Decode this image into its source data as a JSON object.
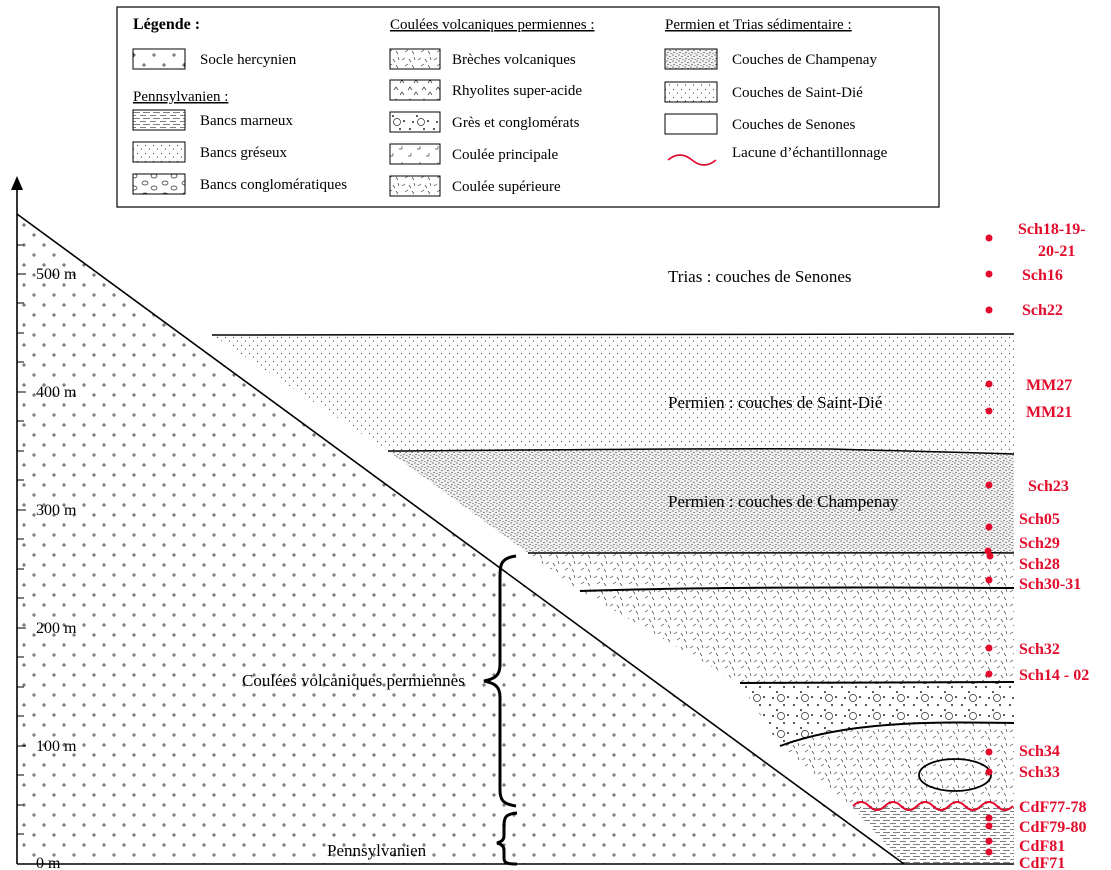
{
  "legend": {
    "title": "Légende :",
    "socle": "Socle hercynien",
    "pennsylvanien_header": "Pennsylvanien :",
    "bancs_marneux": "Bancs marneux",
    "bancs_greseux": "Bancs gréseux",
    "bancs_conglomeratiques": "Bancs conglomératiques",
    "volcanic_header": "Coulées volcaniques permiennes :",
    "breches": "Brèches volcaniques",
    "rhyolites": "Rhyolites super-acide",
    "gres_conglomerats": "Grès et conglomérats",
    "coulee_principale": "Coulée principale",
    "coulee_superieure": "Coulée supérieure",
    "sedim_header": "Permien et Trias sédimentaire :",
    "champenay": "Couches de Champenay",
    "saint_die": "Couches de Saint-Dié",
    "senones": "Couches de Senones",
    "lacune": "Lacune d’échantillonnage"
  },
  "axis": {
    "ticks": [
      "500 m",
      "400 m",
      "300 m",
      "200 m",
      "100 m",
      "0 m"
    ]
  },
  "labels": {
    "trias": "Trias : couches de Senones",
    "saint_die": "Permien : couches de Saint-Dié",
    "champenay": "Permien : couches de Champenay",
    "coulees": "Coulées volcaniques permiennes",
    "pennsylvanien": "Pennsylvanien"
  },
  "samples": {
    "sch18_line1": "Sch18-19-",
    "sch18_line2": "20-21",
    "sch16": "Sch16",
    "sch22": "Sch22",
    "mm27": "MM27",
    "mm21": "MM21",
    "sch23": "Sch23",
    "sch05": "Sch05",
    "sch29": "Sch29",
    "sch28": "Sch28",
    "sch30": "Sch30-31",
    "sch32": "Sch32",
    "sch14": "Sch14 - 02",
    "sch34": "Sch34",
    "sch33": "Sch33",
    "cdf77": "CdF77-78",
    "cdf79": "CdF79-80",
    "cdf81": "CdF81",
    "cdf71": "CdF71"
  },
  "colors": {
    "samples": "#e30b2b",
    "lacune": "#e30b2b"
  }
}
